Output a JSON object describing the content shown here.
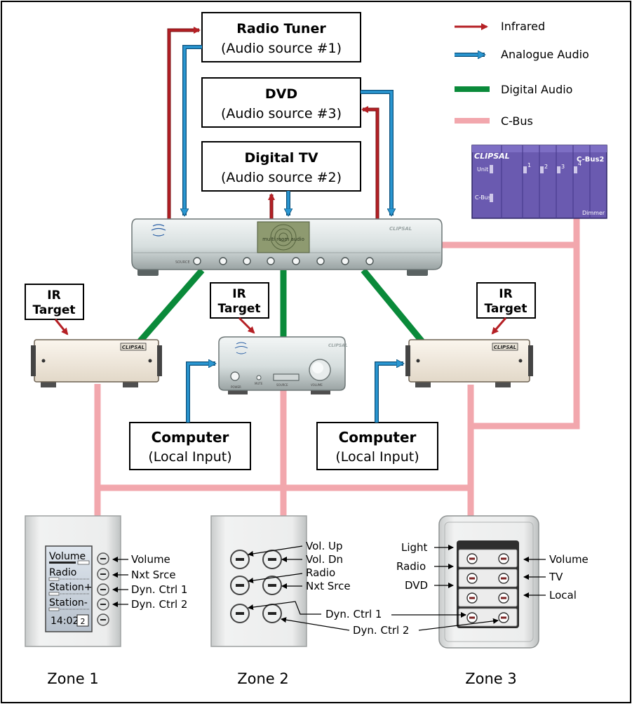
{
  "colors": {
    "infrared": "#b52025",
    "analogue_audio": "#2a97d2",
    "digital_audio": "#0a8a3a",
    "cbus": "#f2a7ad",
    "dimmer": "#6a5ab0"
  },
  "legend": [
    {
      "label": "Infrared"
    },
    {
      "label": "Analogue Audio"
    },
    {
      "label": "Digital Audio"
    },
    {
      "label": "C-Bus"
    }
  ],
  "sources": {
    "radio": {
      "title": "Radio Tuner",
      "subtitle": "(Audio source #1)"
    },
    "dvd": {
      "title": "DVD",
      "subtitle": "(Audio source #3)"
    },
    "tv": {
      "title": "Digital TV",
      "subtitle": "(Audio source #2)"
    }
  },
  "brand": "CLIPSAL",
  "hub": {
    "display_text": "multi room audio",
    "knob_label": "SOURCE"
  },
  "ir_targets": [
    {
      "line1": "IR",
      "line2": "Target"
    },
    {
      "line1": "IR",
      "line2": "Target"
    },
    {
      "line1": "IR",
      "line2": "Target"
    }
  ],
  "center_amp": {
    "labels": [
      "POWER",
      "MUTE",
      "SOURCE",
      "VOLUME"
    ]
  },
  "computers": [
    {
      "title": "Computer",
      "subtitle": "(Local Input)"
    },
    {
      "title": "Computer",
      "subtitle": "(Local Input)"
    }
  ],
  "dimmer": {
    "brand": "CLIPSAL",
    "model": "C-Bus2",
    "unit": "Unit",
    "cbus": "C-Bus",
    "channels": [
      "1",
      "2",
      "3",
      "4"
    ],
    "type": "Dimmer"
  },
  "zone1": {
    "screen": {
      "rows": [
        "Volume",
        "Radio",
        "Station+",
        "Station-"
      ],
      "time": "14:02",
      "page": "2"
    },
    "labels": [
      "Volume",
      "Nxt Srce",
      "Dyn. Ctrl 1",
      "Dyn. Ctrl 2"
    ]
  },
  "zone2": {
    "labels": [
      "Vol. Up",
      "Vol. Dn",
      "Radio",
      "Nxt Srce",
      "Dyn. Ctrl 1",
      "Dyn. Ctrl 2"
    ]
  },
  "zone3": {
    "left_labels": [
      "Light",
      "Radio",
      "DVD"
    ],
    "right_labels": [
      "Volume",
      "TV",
      "Local"
    ]
  },
  "zones": [
    "Zone 1",
    "Zone 2",
    "Zone 3"
  ]
}
